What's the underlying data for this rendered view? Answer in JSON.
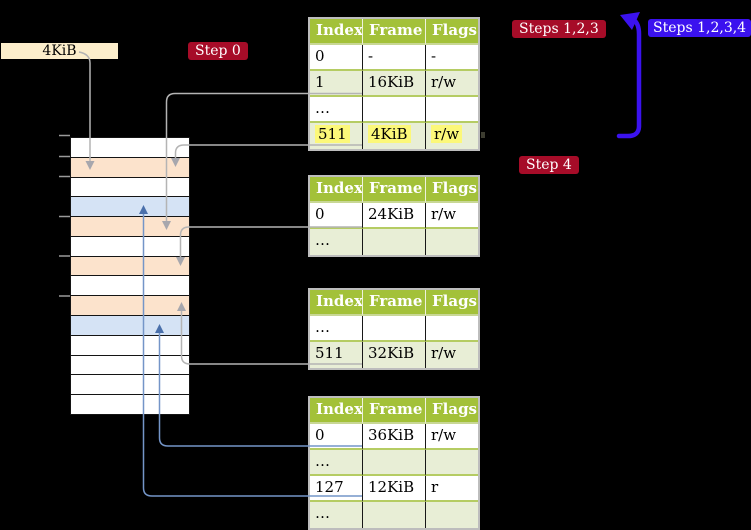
{
  "legend": {
    "label": "4KiB",
    "bg": "#fceecb"
  },
  "badges": {
    "step0": {
      "label": "Step 0",
      "bg": "#a60c28"
    },
    "steps123": {
      "label": "Steps 1,2,3",
      "bg": "#a60c28"
    },
    "steps1234": {
      "label": "Steps 1,2,3,4",
      "bg": "#3b12ef"
    },
    "step4": {
      "label": "Step 4",
      "bg": "#a60c28"
    }
  },
  "memory": {
    "rows": [
      "white",
      "peach",
      "white",
      "blue",
      "peach",
      "white",
      "peach",
      "white",
      "peach",
      "blue",
      "white",
      "white",
      "white",
      "white"
    ],
    "colors": {
      "white": "#ffffff",
      "peach": "#fce3cc",
      "blue": "#d5e3f5"
    }
  },
  "tables": [
    {
      "headers": [
        "Index",
        "Frame",
        "Flags"
      ],
      "rows": [
        {
          "cells": [
            "0",
            "-",
            "-"
          ]
        },
        {
          "cells": [
            "1",
            "16KiB",
            "r/w"
          ]
        },
        {
          "cells": [
            "…",
            "",
            ""
          ]
        },
        {
          "cells": [
            "511",
            "4KiB",
            "r/w"
          ],
          "highlight": true
        }
      ]
    },
    {
      "headers": [
        "Index",
        "Frame",
        "Flags"
      ],
      "rows": [
        {
          "cells": [
            "0",
            "24KiB",
            "r/w"
          ]
        },
        {
          "cells": [
            "…",
            "",
            ""
          ]
        }
      ]
    },
    {
      "headers": [
        "Index",
        "Frame",
        "Flags"
      ],
      "rows": [
        {
          "cells": [
            "…",
            "",
            ""
          ]
        },
        {
          "cells": [
            "511",
            "32KiB",
            "r/w"
          ]
        }
      ]
    },
    {
      "headers": [
        "Index",
        "Frame",
        "Flags"
      ],
      "rows": [
        {
          "cells": [
            "0",
            "36KiB",
            "r/w"
          ]
        },
        {
          "cells": [
            "…",
            "",
            ""
          ]
        },
        {
          "cells": [
            "127",
            "12KiB",
            "r"
          ]
        },
        {
          "cells": [
            "…",
            "",
            ""
          ]
        }
      ]
    }
  ],
  "colors": {
    "table_header": "#a3c139",
    "table_shade": "#e8eed6",
    "row_highlight": "#fcf879",
    "gray_connector": "#b4b4b4",
    "blue_connector": "#7495c8",
    "blue_arrowhead": "#4a70ab",
    "big_arrow": "#3b12ef",
    "badge_red": "#a60c28",
    "badge_blue": "#3b12ef"
  }
}
